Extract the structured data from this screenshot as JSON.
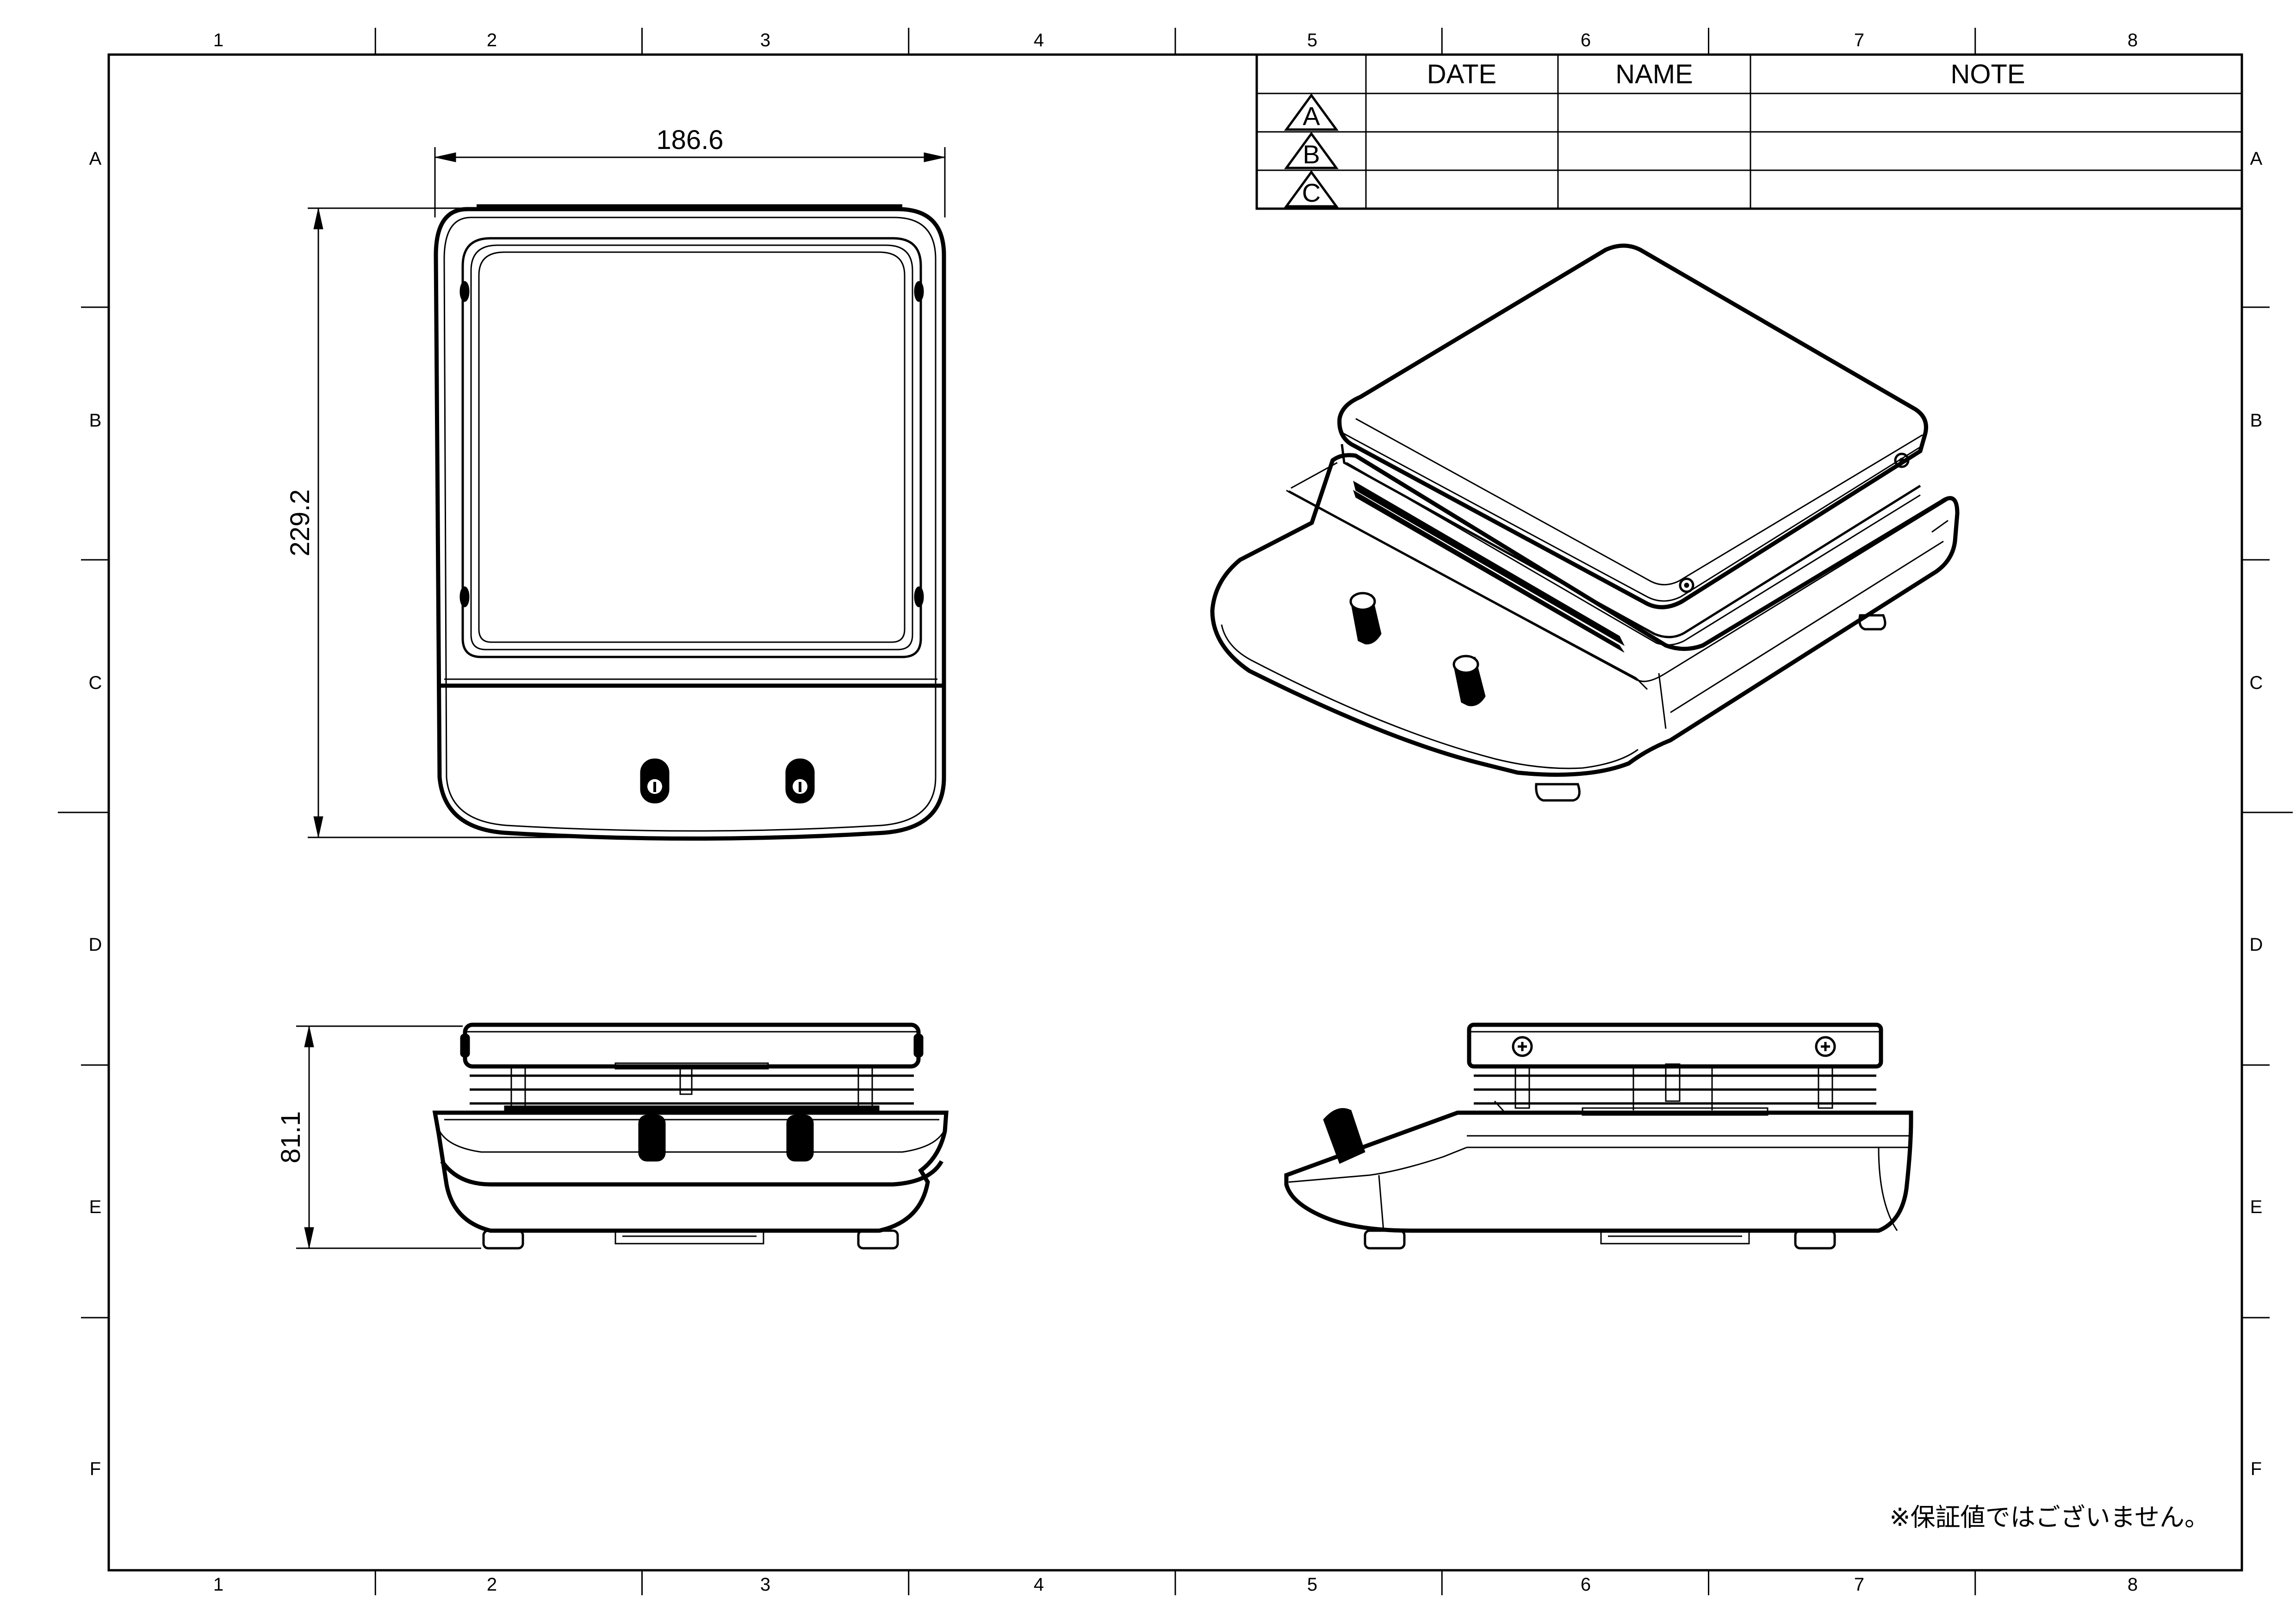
{
  "border": {
    "columns": [
      "1",
      "2",
      "3",
      "4",
      "5",
      "6",
      "7",
      "8"
    ],
    "rows": [
      "A",
      "B",
      "C",
      "D",
      "E",
      "F"
    ]
  },
  "revision_table": {
    "headers": [
      "",
      "DATE",
      "NAME",
      "NOTE"
    ],
    "rows": [
      {
        "mark": "A",
        "date": "",
        "name": "",
        "note": ""
      },
      {
        "mark": "B",
        "date": "",
        "name": "",
        "note": ""
      },
      {
        "mark": "C",
        "date": "",
        "name": "",
        "note": ""
      }
    ]
  },
  "dimensions": {
    "width": "186.6",
    "depth": "229.2",
    "height": "81.1"
  },
  "footnote": "※保証値ではございません。"
}
